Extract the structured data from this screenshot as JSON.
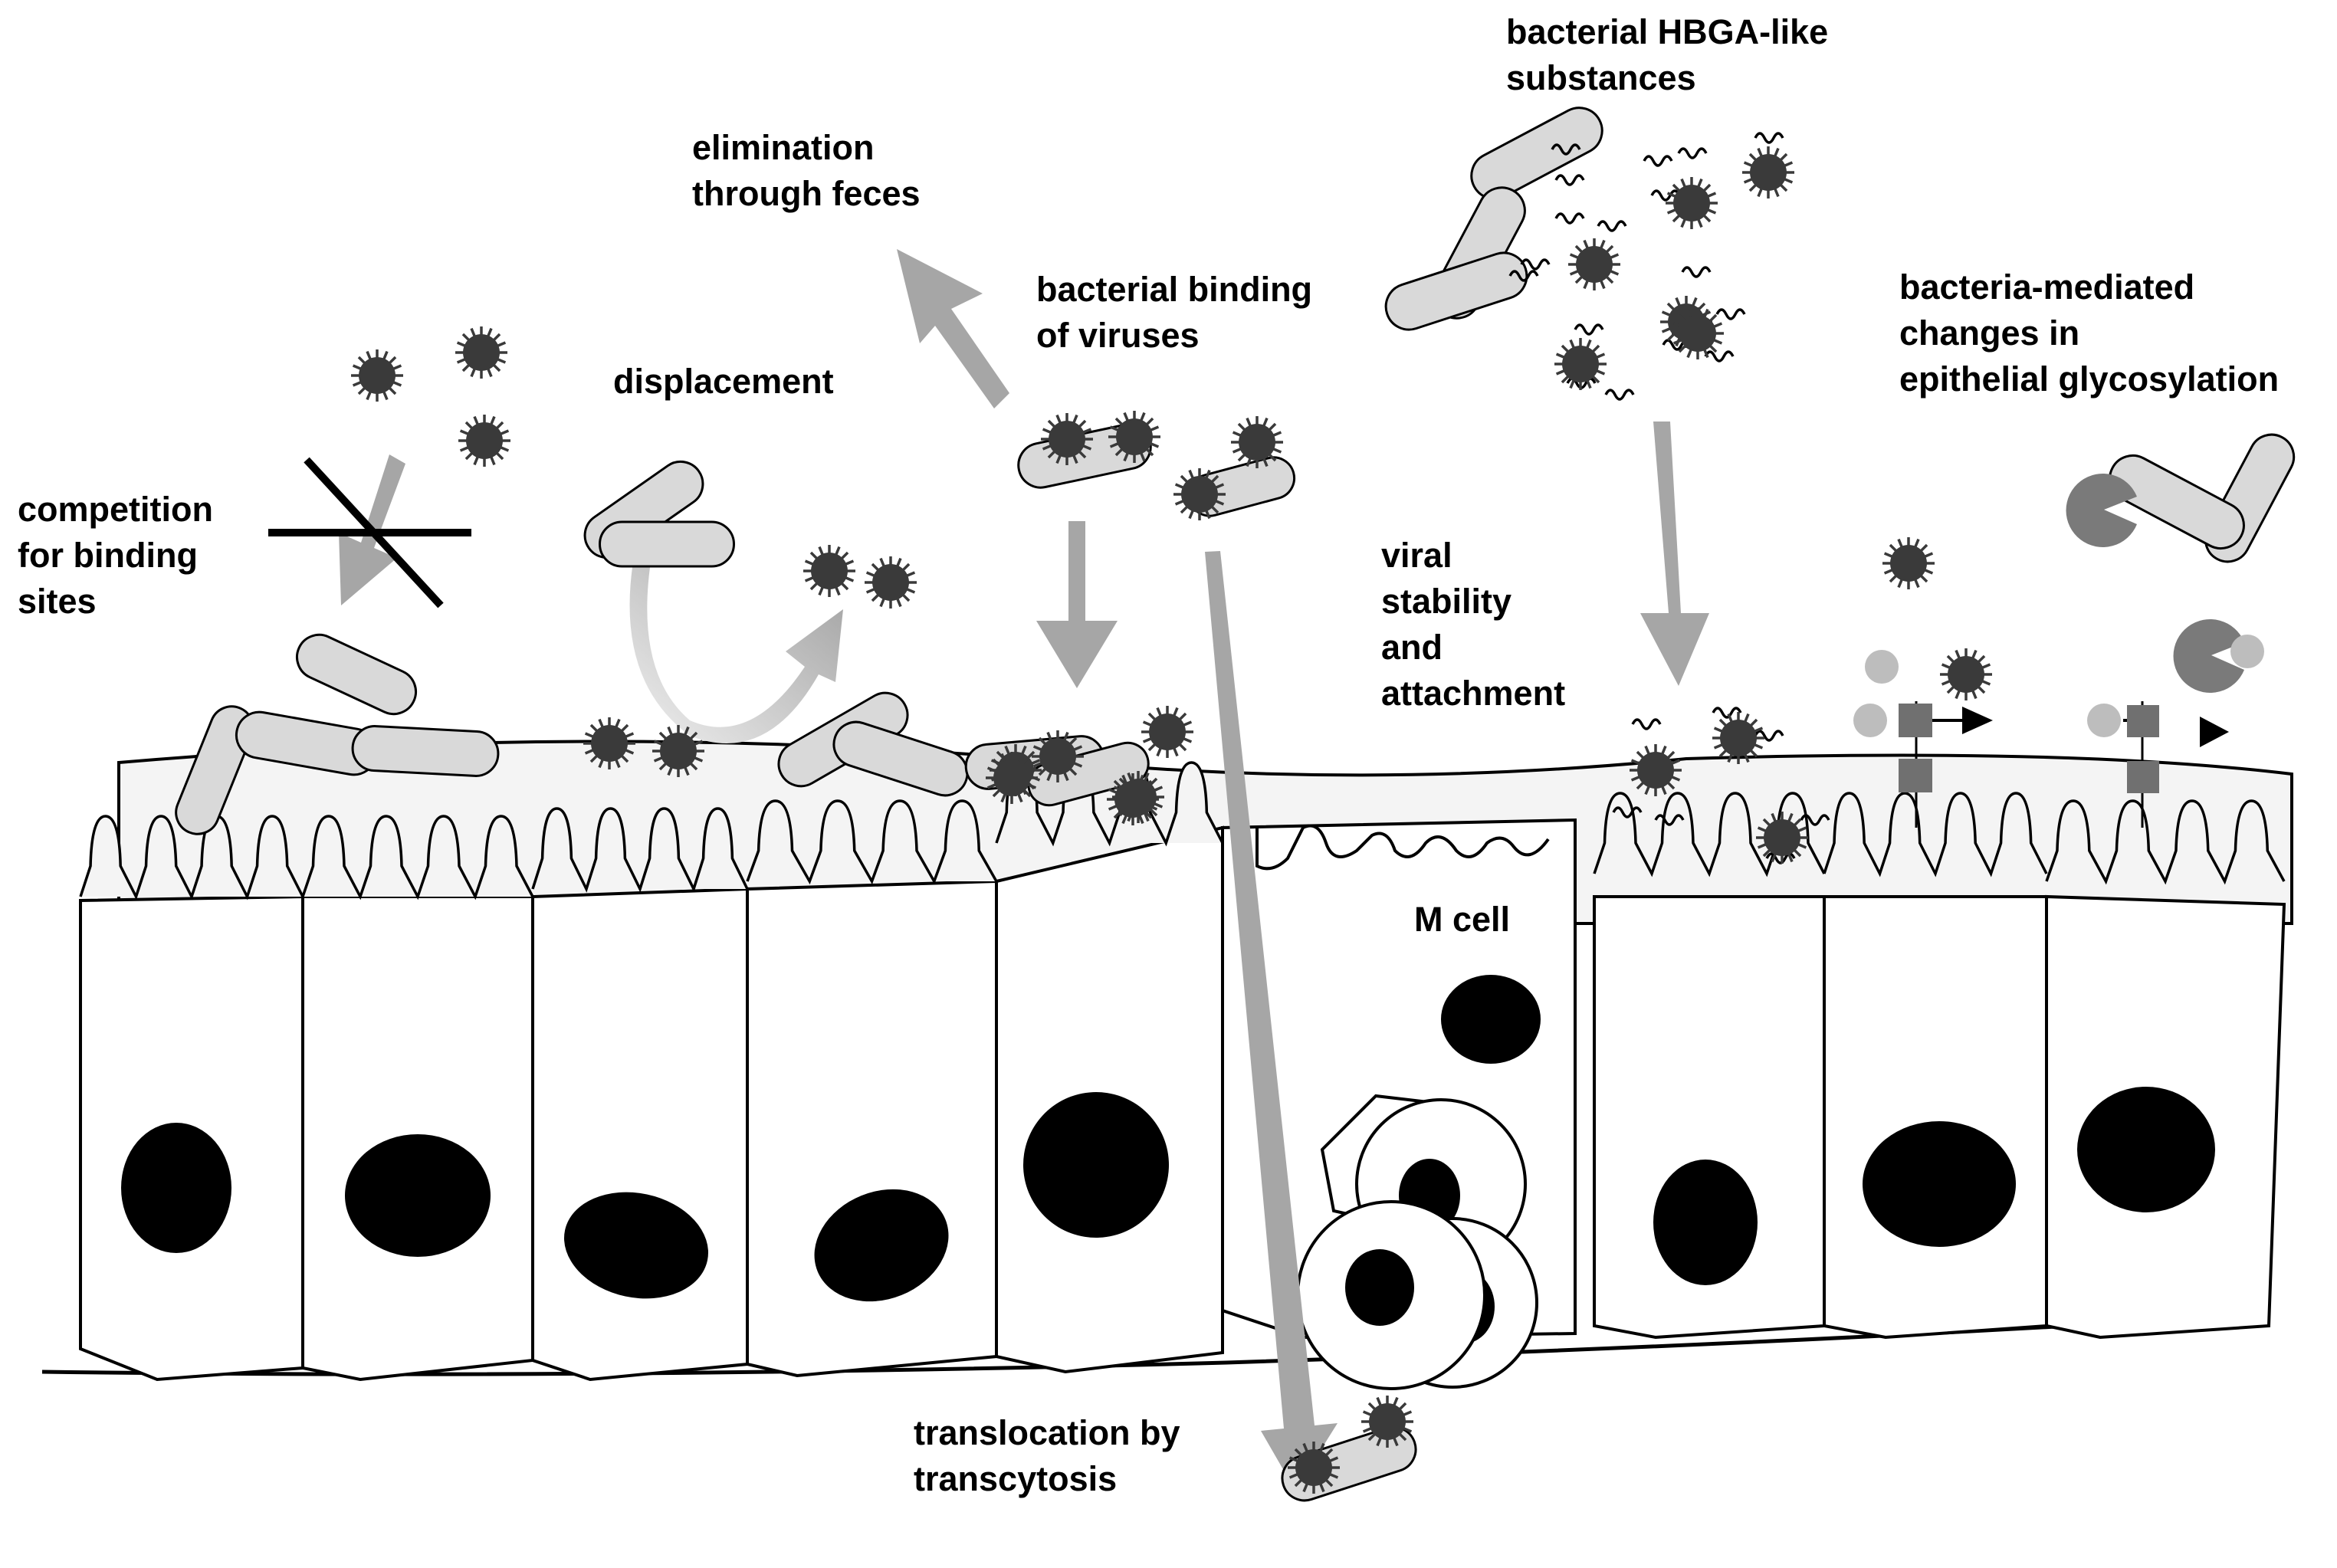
{
  "labels": {
    "elimination": [
      "elimination",
      "through feces"
    ],
    "bacterial_binding": [
      "bacterial binding",
      "of viruses"
    ],
    "hbga": [
      "bacterial HBGA-like",
      "substances"
    ],
    "glycosylation": [
      "bacteria-mediated",
      "changes in",
      "epithelial glycosylation"
    ],
    "displacement": [
      "displacement"
    ],
    "competition": [
      "competition",
      "for binding",
      "sites"
    ],
    "viral_stability": [
      "viral",
      "stability",
      "and",
      "attachment"
    ],
    "m_cell": [
      "M cell"
    ],
    "translocation": [
      "translocation by",
      "transcytosis"
    ]
  },
  "colors": {
    "virus": "#3a3a3a",
    "bacterium": "#d9d9d9",
    "mucus": "#f4f4f4",
    "arrow": "#a6a6a6",
    "nucleus": "#000000",
    "glycan_dark": "#707070",
    "glycan_light": "#bdbdbd"
  }
}
